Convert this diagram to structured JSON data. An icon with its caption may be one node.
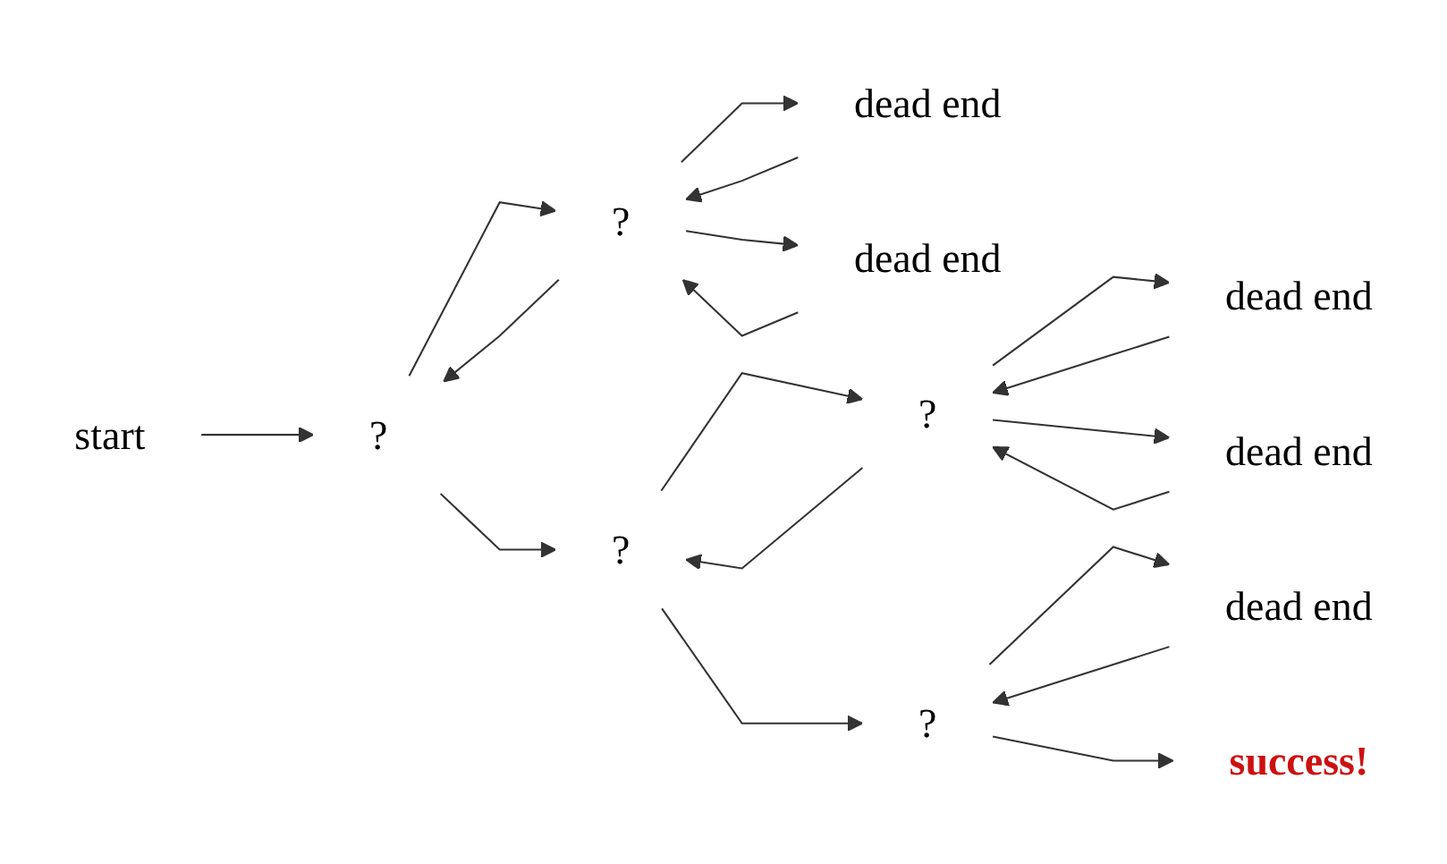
{
  "diagram": {
    "nodes": [
      {
        "text": [
          "start"
        ]
      },
      {
        "text": [
          "?"
        ]
      },
      {
        "text": [
          "?"
        ]
      },
      {
        "text": [
          "dead end"
        ]
      },
      {
        "text": [
          "dead end"
        ]
      },
      {
        "text": [
          "?"
        ]
      },
      {
        "text": [
          "?"
        ]
      },
      {
        "text": [
          "dead end"
        ]
      },
      {
        "text": [
          "dead end"
        ]
      },
      {
        "text": [
          "?"
        ]
      },
      {
        "text": [
          "dead end"
        ]
      },
      {
        "text": [
          "success!"
        ]
      }
    ],
    "edges": [
      {
        "from": 0,
        "to": 1,
        "arrow": "to"
      },
      {
        "from": 1,
        "to": 2,
        "arrow": "to"
      },
      {
        "from": 2,
        "to": 1,
        "arrow": "to"
      },
      {
        "from": 1,
        "to": 5,
        "arrow": "to"
      },
      {
        "from": 2,
        "to": 3,
        "arrow": "to"
      },
      {
        "from": 3,
        "to": 2,
        "arrow": "to"
      },
      {
        "from": 2,
        "to": 4,
        "arrow": "to"
      },
      {
        "from": 4,
        "to": 2,
        "arrow": "to"
      },
      {
        "from": 5,
        "to": 6,
        "arrow": "to"
      },
      {
        "from": 6,
        "to": 5,
        "arrow": "to"
      },
      {
        "from": 6,
        "to": 7,
        "arrow": "to"
      },
      {
        "from": 7,
        "to": 6,
        "arrow": "to"
      },
      {
        "from": 6,
        "to": 8,
        "arrow": "to"
      },
      {
        "from": 8,
        "to": 6,
        "arrow": "to"
      },
      {
        "from": 5,
        "to": 9,
        "arrow": "to"
      },
      {
        "from": 9,
        "to": 10,
        "arrow": "to"
      },
      {
        "from": 10,
        "to": 9,
        "arrow": "to"
      },
      {
        "from": 9,
        "to": 11,
        "arrow": "to"
      }
    ]
  }
}
